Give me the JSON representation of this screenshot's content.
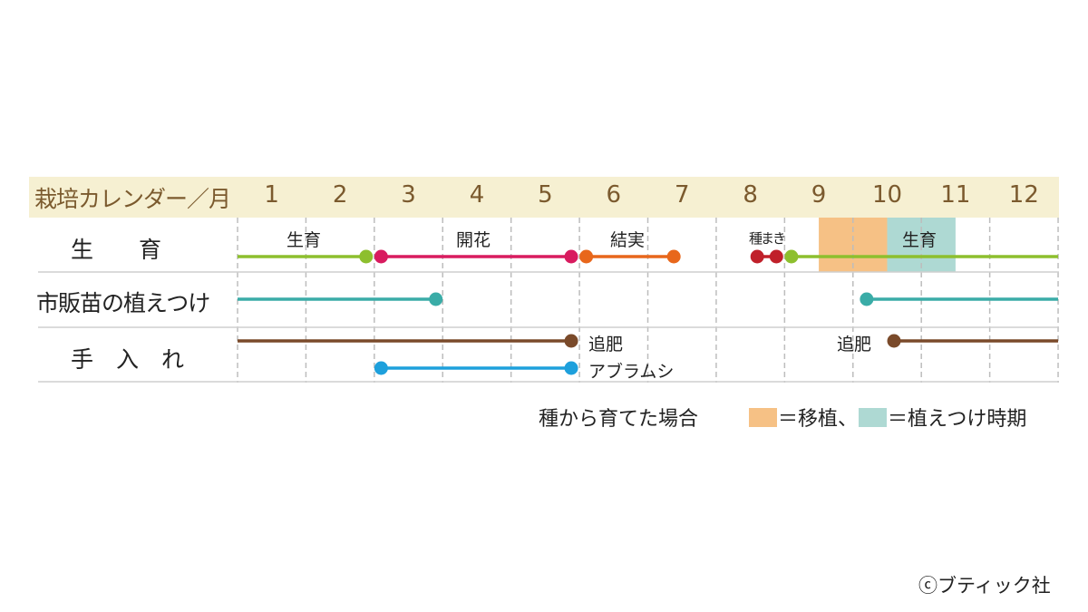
{
  "header": {
    "title": "栽培カレンダー／月",
    "months": [
      "1",
      "2",
      "3",
      "4",
      "5",
      "6",
      "7",
      "8",
      "9",
      "10",
      "11",
      "12"
    ]
  },
  "rows": [
    {
      "label": "生　　育"
    },
    {
      "label": "市販苗の植えつけ"
    },
    {
      "label": "手　入　れ"
    }
  ],
  "annotations": {
    "growth1": "生育",
    "bloom": "開花",
    "fruit": "結実",
    "sowing": "種まき",
    "growth2": "生育",
    "fertilize1": "追肥",
    "aphid": "アブラムシ",
    "fertilize2": "追肥"
  },
  "colors": {
    "header_bg": "#f6f0d2",
    "green": "#8dbf2e",
    "magenta": "#d81b5f",
    "orange": "#e8671b",
    "red": "#c0202a",
    "teal": "#3aaca7",
    "brown": "#7a4a2a",
    "blue": "#1ea0dc",
    "transplant": "#f6c185",
    "planting": "#aed9d3"
  },
  "segments": [
    {
      "row": 0,
      "from": 0,
      "to": 1.88,
      "color": "green",
      "start_dot": false,
      "end_dot": true
    },
    {
      "row": 0,
      "from": 2.1,
      "to": 4.88,
      "color": "magenta",
      "start_dot": true,
      "end_dot": true
    },
    {
      "row": 0,
      "from": 5.1,
      "to": 6.38,
      "color": "orange",
      "start_dot": true,
      "end_dot": true
    },
    {
      "row": 0,
      "from": 7.6,
      "to": 7.88,
      "color": "red",
      "start_dot": true,
      "end_dot": true
    },
    {
      "row": 0,
      "from": 8.1,
      "to": 12,
      "color": "green",
      "start_dot": true,
      "end_dot": false
    },
    {
      "row": 1,
      "from": 0,
      "to": 2.9,
      "color": "teal",
      "start_dot": false,
      "end_dot": true
    },
    {
      "row": 1,
      "from": 9.2,
      "to": 12,
      "color": "teal",
      "start_dot": true,
      "end_dot": false
    },
    {
      "row": 2,
      "from": 0,
      "to": 4.88,
      "color": "brown",
      "start_dot": false,
      "end_dot": true,
      "lane": 0
    },
    {
      "row": 2,
      "from": 9.6,
      "to": 12,
      "color": "brown",
      "start_dot": true,
      "end_dot": false,
      "lane": 0
    },
    {
      "row": 2,
      "from": 2.1,
      "to": 4.88,
      "color": "blue",
      "start_dot": true,
      "end_dot": true,
      "lane": 1
    }
  ],
  "periods": [
    {
      "from": 8.5,
      "to": 9.5,
      "color": "transplant"
    },
    {
      "from": 9.5,
      "to": 10.5,
      "color": "planting"
    }
  ],
  "legend": {
    "seed_text": "種から育てた場合",
    "transplant_text": "＝移植、",
    "planting_text": "＝植えつけ時期"
  },
  "copyright": "ⓒブティック社"
}
